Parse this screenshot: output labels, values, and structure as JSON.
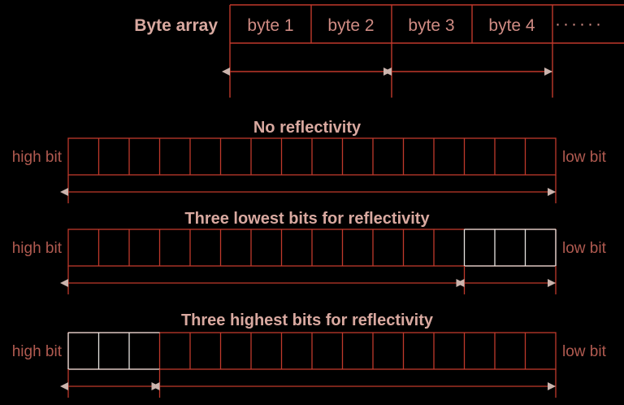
{
  "figure": {
    "background_color": "#000000",
    "line_color": "#c0392b",
    "highlight_color": "#e8e4e0",
    "arrow_color": "#c0392b",
    "arrowhead_color": "#cbb4ad",
    "title_color": "#d9a9a0",
    "cell_text_color": "#cf8b83",
    "side_label_color": "#b05a50"
  },
  "byte_array": {
    "label": "Byte array",
    "cells": [
      "byte 1",
      "byte 2",
      "byte 3",
      "byte 4"
    ],
    "ellipsis": "······",
    "spans": [
      {
        "name": "first-span",
        "bytes": 2
      },
      {
        "name": "second-span",
        "bytes": 2
      }
    ]
  },
  "rows": [
    {
      "id": "no-reflectivity",
      "title": "No reflectivity",
      "left_label": "high bit",
      "right_label": "low bit",
      "total_bits": 16,
      "highlight_side": "none",
      "highlight_bits": 0,
      "spans": [
        {
          "name": "range-bits",
          "bits": 16
        }
      ]
    },
    {
      "id": "three-lowest-bits",
      "title": "Three lowest bits for reflectivity",
      "left_label": "high bit",
      "right_label": "low bit",
      "total_bits": 16,
      "highlight_side": "right",
      "highlight_bits": 3,
      "spans": [
        {
          "name": "range-distance-bits",
          "bits": 13
        },
        {
          "name": "range-reflectivity-bits",
          "bits": 3
        }
      ]
    },
    {
      "id": "three-highest-bits",
      "title": "Three highest bits for reflectivity",
      "left_label": "high bit",
      "right_label": "low bit",
      "total_bits": 16,
      "highlight_side": "left",
      "highlight_bits": 3,
      "spans": [
        {
          "name": "range-reflectivity-bits",
          "bits": 3
        },
        {
          "name": "range-distance-bits",
          "bits": 13
        }
      ]
    }
  ]
}
